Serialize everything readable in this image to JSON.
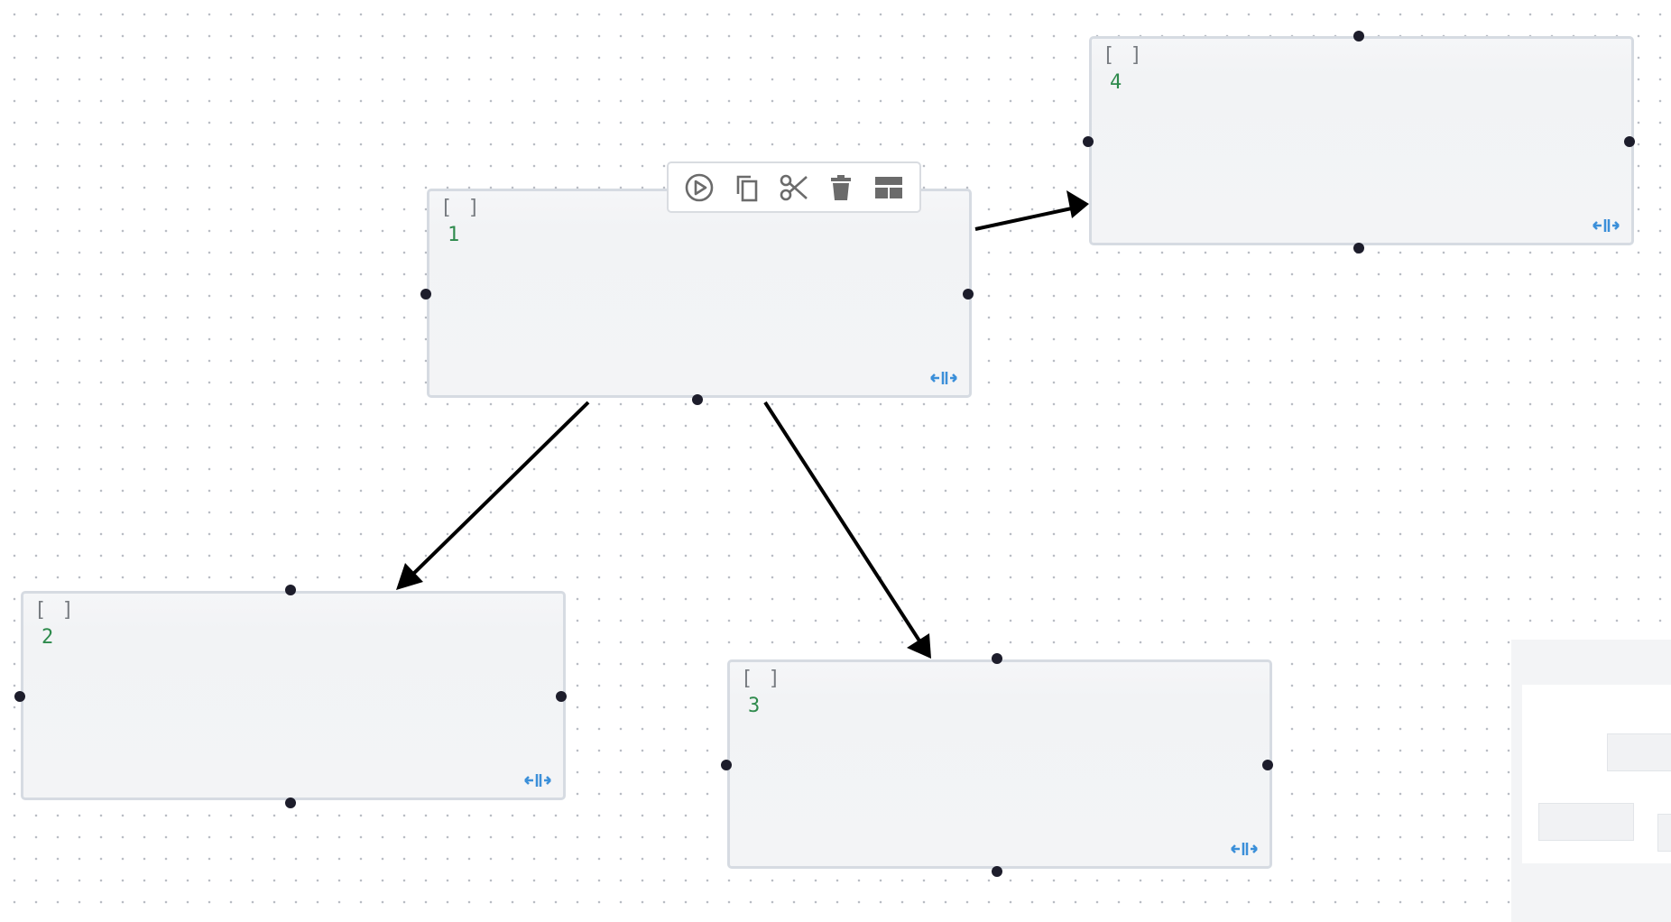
{
  "nodes": [
    {
      "id": "1",
      "bracket": "[ ]",
      "value": "1"
    },
    {
      "id": "2",
      "bracket": "[ ]",
      "value": "2"
    },
    {
      "id": "3",
      "bracket": "[ ]",
      "value": "3"
    },
    {
      "id": "4",
      "bracket": "[ ]",
      "value": "4"
    }
  ],
  "edges": [
    {
      "from": "1",
      "to": "4"
    },
    {
      "from": "1",
      "to": "2"
    },
    {
      "from": "1",
      "to": "3"
    }
  ],
  "toolbar": {
    "buttons": [
      {
        "icon": "play-circle-icon"
      },
      {
        "icon": "copy-icon"
      },
      {
        "icon": "scissors-icon"
      },
      {
        "icon": "trash-icon"
      },
      {
        "icon": "layout-icon"
      }
    ]
  },
  "colors": {
    "node_border": "#d6dbe2",
    "node_bg": "#f3f4f6",
    "value_text": "#2e8a4c",
    "bracket_text": "#777b80",
    "handle": "#1d1d2b",
    "edge": "#000000",
    "resize_icon": "#3b8fd9",
    "toolbar_icon": "#6b6b6b"
  }
}
